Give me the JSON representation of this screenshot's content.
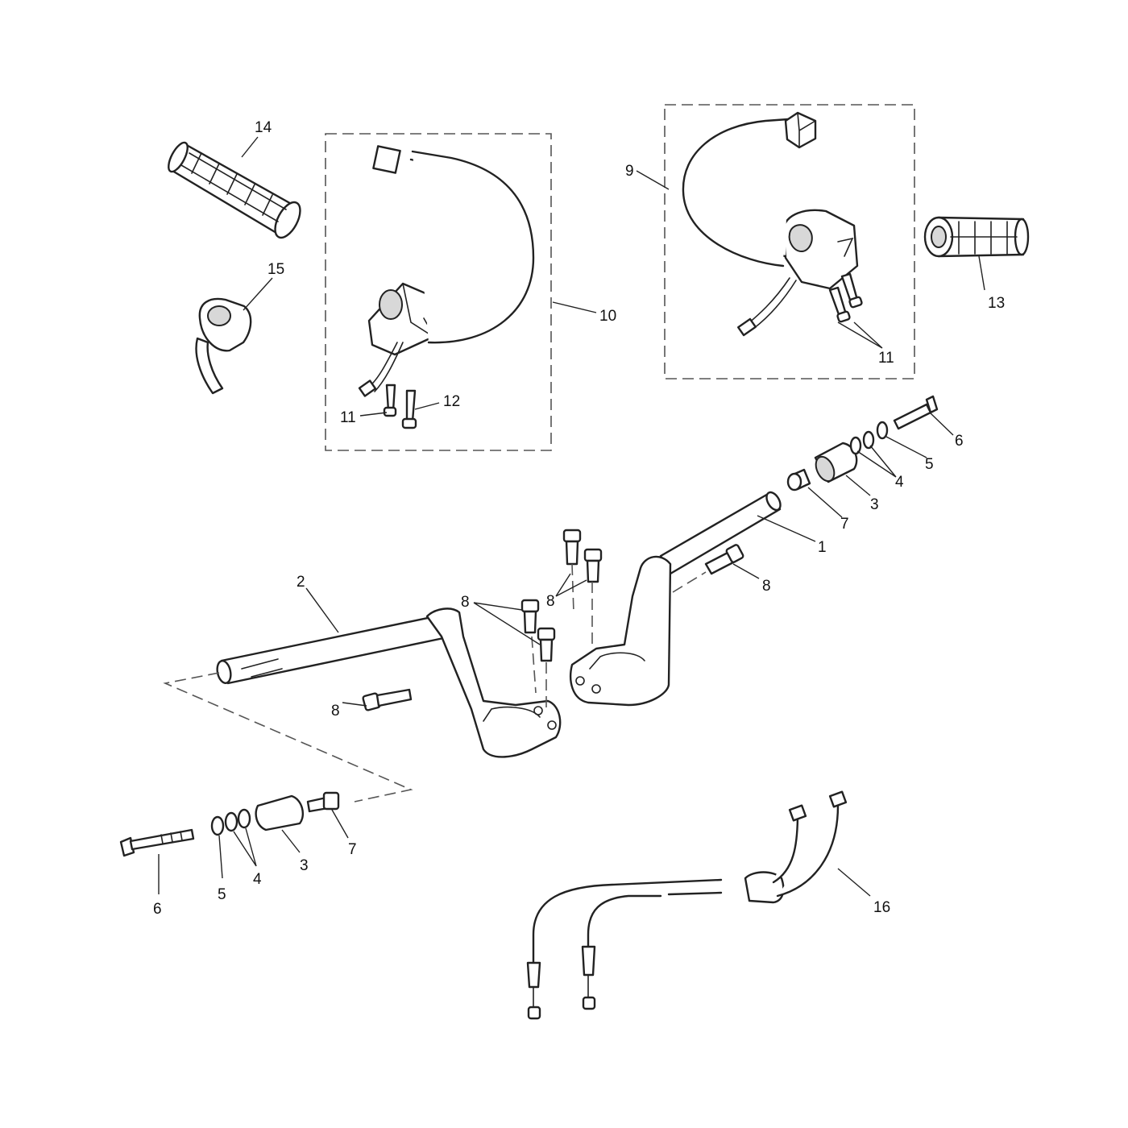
{
  "callouts": {
    "c1": "1",
    "c2": "2",
    "c3a": "3",
    "c3b": "3",
    "c4a": "4",
    "c4b": "4",
    "c5a": "5",
    "c5b": "5",
    "c6a": "6",
    "c6b": "6",
    "c7a": "7",
    "c7b": "7",
    "c8a": "8",
    "c8b": "8",
    "c8c": "8",
    "c8d": "8",
    "c9": "9",
    "c10": "10",
    "c11a": "11",
    "c11b": "11",
    "c12": "12",
    "c13": "13",
    "c14": "14",
    "c15": "15",
    "c16": "16"
  }
}
